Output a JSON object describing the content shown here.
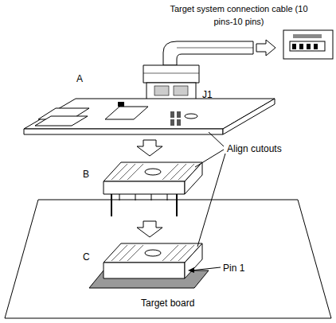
{
  "diagram": {
    "nodes": [
      {
        "text": [
          "Target board"
        ]
      }
    ],
    "labels": [
      "Target system connection cable (10 pins-10 pins)",
      "J1",
      "A",
      "B",
      "Align cutouts",
      "C",
      "Pin 1"
    ]
  }
}
